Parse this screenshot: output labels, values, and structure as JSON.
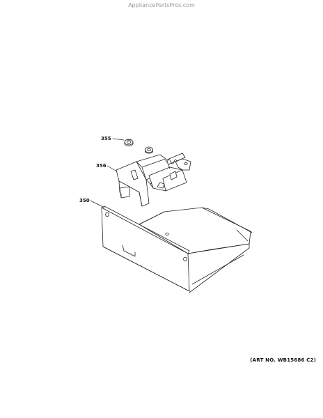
{
  "watermark": "AppliancePartsPros.com",
  "callouts": {
    "c355": "355",
    "c356": "356",
    "c350": "350"
  },
  "art_number": "(ART NO. WB15686 C2)"
}
